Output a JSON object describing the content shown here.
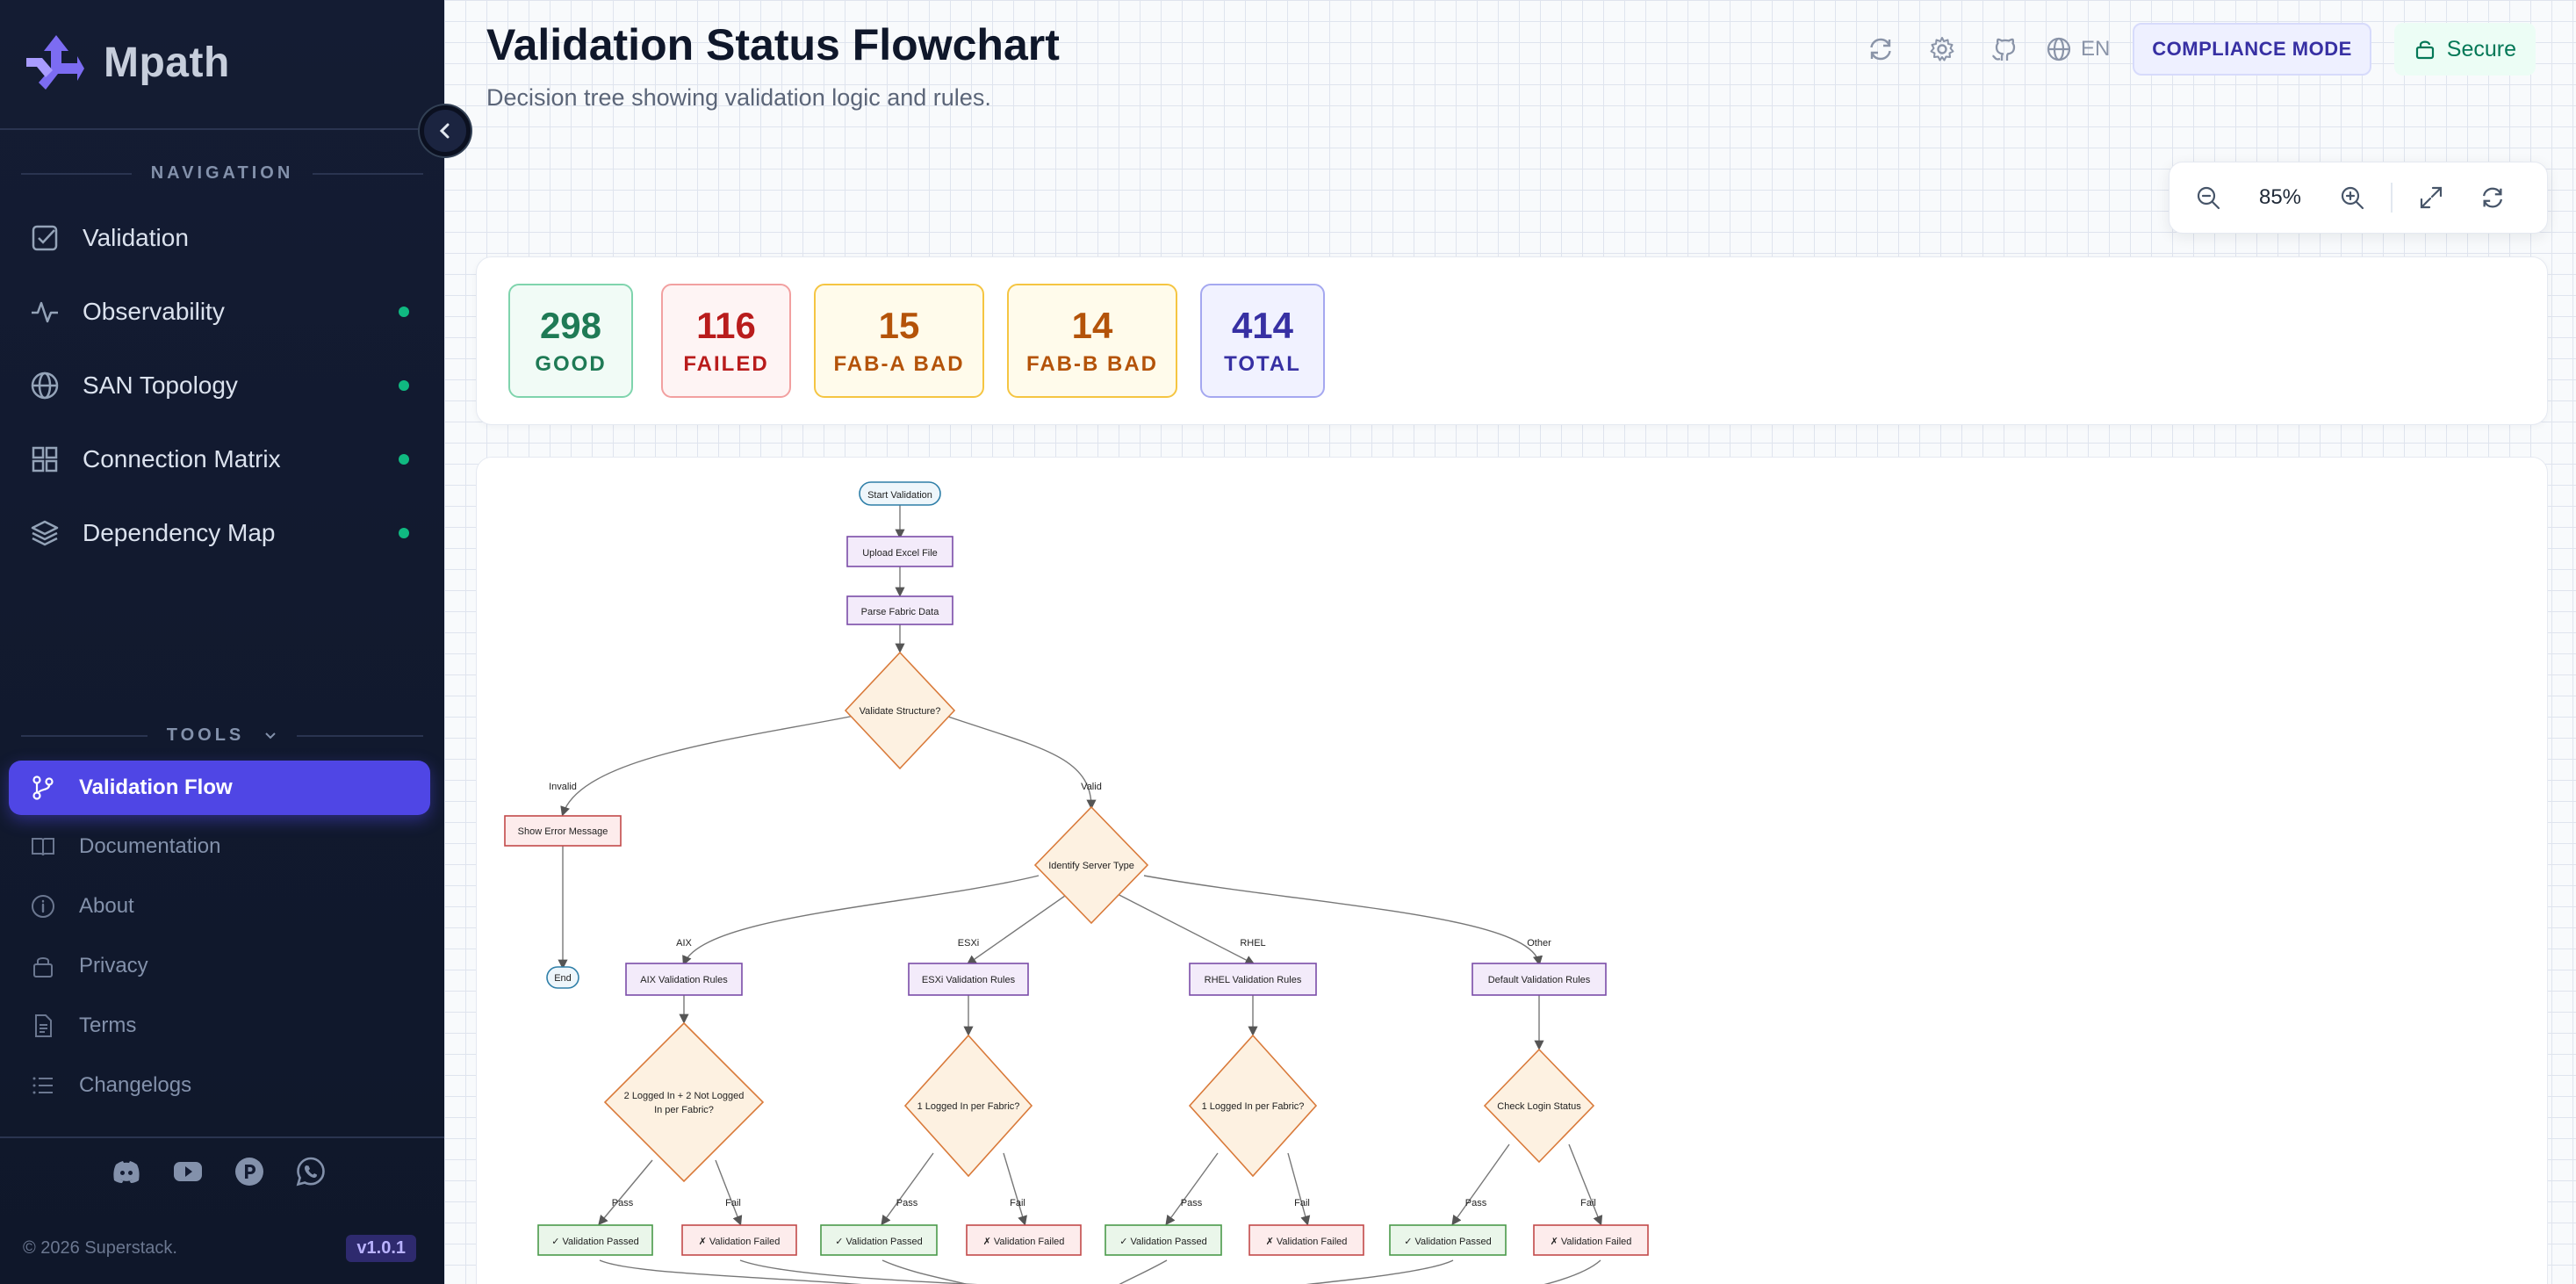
{
  "brand": {
    "name": "Mpath"
  },
  "nav": {
    "section_label": "NAVIGATION",
    "items": [
      {
        "label": "Validation",
        "dot": false
      },
      {
        "label": "Observability",
        "dot": true
      },
      {
        "label": "SAN Topology",
        "dot": true
      },
      {
        "label": "Connection Matrix",
        "dot": true
      },
      {
        "label": "Dependency Map",
        "dot": true
      }
    ]
  },
  "tools": {
    "section_label": "TOOLS",
    "active": "Validation Flow",
    "items": [
      "Documentation",
      "About",
      "Privacy",
      "Terms",
      "Changelogs"
    ]
  },
  "footer": {
    "copyright": "© 2026 Superstack.",
    "version": "v1.0.1"
  },
  "header": {
    "title": "Validation Status Flowchart",
    "subtitle": "Decision tree showing validation logic and rules.",
    "lang": "EN",
    "compliance": "COMPLIANCE MODE",
    "secure": "Secure"
  },
  "zoom": {
    "level": "85%"
  },
  "stats": [
    {
      "value": "298",
      "label": "GOOD",
      "color": "#1f7a55",
      "border": "#7fd4ad",
      "bg": "#f1fbf6"
    },
    {
      "value": "116",
      "label": "FAILED",
      "color": "#b91c1c",
      "border": "#f2a0a0",
      "bg": "#fef4f4"
    },
    {
      "value": "15",
      "label": "FAB-A BAD",
      "color": "#b45309",
      "border": "#f5c542",
      "bg": "#fffbeb"
    },
    {
      "value": "14",
      "label": "FAB-B BAD",
      "color": "#b45309",
      "border": "#f5c542",
      "bg": "#fffbeb"
    },
    {
      "value": "414",
      "label": "TOTAL",
      "color": "#3730a3",
      "border": "#a5a8f0",
      "bg": "#f1f2ff"
    }
  ],
  "flow": {
    "start": "Start Validation",
    "upload": "Upload Excel File",
    "parse": "Parse Fabric Data",
    "validate": "Validate Structure?",
    "invalid": "Invalid",
    "valid": "Valid",
    "error": "Show Error Message",
    "end": "End",
    "identify": "Identify Server Type",
    "branches": [
      {
        "label": "AIX",
        "rules": "AIX Validation Rules",
        "decision1": "2 Logged In + 2 Not Logged",
        "decision2": "In per Fabric?"
      },
      {
        "label": "ESXi",
        "rules": "ESXi Validation Rules",
        "decision1": "1 Logged In per Fabric?",
        "decision2": ""
      },
      {
        "label": "RHEL",
        "rules": "RHEL Validation Rules",
        "decision1": "1 Logged In per Fabric?",
        "decision2": ""
      },
      {
        "label": "Other",
        "rules": "Default Validation Rules",
        "decision1": "Check Login Status",
        "decision2": ""
      }
    ],
    "pass": "Pass",
    "fail": "Fail",
    "passed": "✓ Validation Passed",
    "failed": "✗ Validation Failed"
  }
}
